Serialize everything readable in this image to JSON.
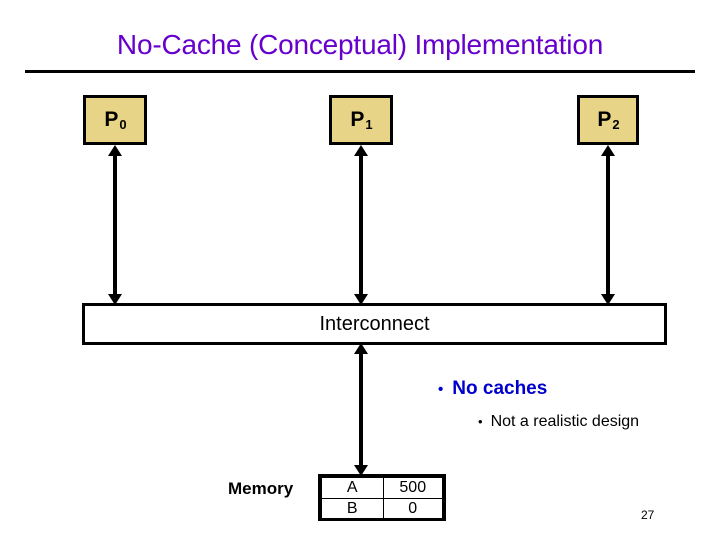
{
  "slide": {
    "title": "No-Cache (Conceptual) Implementation",
    "page_number": "27",
    "title_color": "#6600CC",
    "box_fill_color": "#E8D487",
    "accent_blue": "#0000CC"
  },
  "processors": [
    {
      "name": "P0",
      "label": "P",
      "subscript": "0"
    },
    {
      "name": "P1",
      "label": "P",
      "subscript": "1"
    },
    {
      "name": "P2",
      "label": "P",
      "subscript": "2"
    }
  ],
  "interconnect": {
    "label": "Interconnect"
  },
  "bullets": [
    {
      "level": 1,
      "marker": "•",
      "text": "No caches"
    },
    {
      "level": 2,
      "marker": "•",
      "text": "Not a realistic design"
    }
  ],
  "memory": {
    "label": "Memory",
    "rows": [
      {
        "address": "A",
        "value": "500"
      },
      {
        "address": "B",
        "value": "0"
      }
    ]
  }
}
